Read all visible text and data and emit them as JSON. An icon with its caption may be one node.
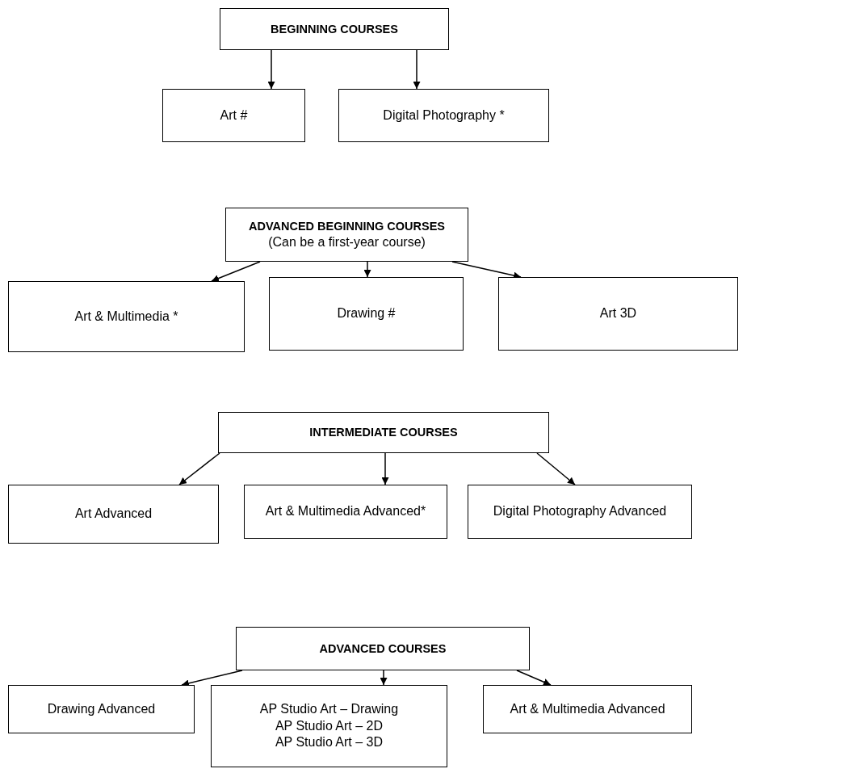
{
  "diagram": {
    "nodes": [
      {
        "text": [
          "BEGINNING COURSES"
        ]
      },
      {
        "text": [
          "Art #"
        ]
      },
      {
        "text": [
          "Digital Photography *"
        ]
      },
      {
        "text": [
          "ADVANCED BEGINNING COURSES",
          "(Can be a first-year course)"
        ]
      },
      {
        "text": [
          "Art & Multimedia *"
        ]
      },
      {
        "text": [
          "Drawing  #"
        ]
      },
      {
        "text": [
          "Art 3D"
        ]
      },
      {
        "text": [
          "INTERMEDIATE COURSES"
        ]
      },
      {
        "text": [
          "Art Advanced"
        ]
      },
      {
        "text": [
          "Art & Multimedia Advanced*"
        ]
      },
      {
        "text": [
          "Digital Photography Advanced"
        ]
      },
      {
        "text": [
          "ADVANCED COURSES"
        ]
      },
      {
        "text": [
          "Drawing Advanced"
        ]
      },
      {
        "text": [
          "AP Studio Art – Drawing",
          "AP Studio Art – 2D",
          "AP Studio Art – 3D"
        ]
      },
      {
        "text": [
          "Art & Multimedia Advanced"
        ]
      }
    ],
    "edges": [
      {
        "from": 0,
        "to": 1,
        "arrow": "to"
      },
      {
        "from": 0,
        "to": 2,
        "arrow": "to"
      },
      {
        "from": 3,
        "to": 4,
        "arrow": "to"
      },
      {
        "from": 3,
        "to": 5,
        "arrow": "to"
      },
      {
        "from": 3,
        "to": 6,
        "arrow": "to"
      },
      {
        "from": 7,
        "to": 8,
        "arrow": "to"
      },
      {
        "from": 7,
        "to": 9,
        "arrow": "to"
      },
      {
        "from": 7,
        "to": 10,
        "arrow": "to"
      },
      {
        "from": 11,
        "to": 12,
        "arrow": "to"
      },
      {
        "from": 11,
        "to": 13,
        "arrow": "to"
      },
      {
        "from": 11,
        "to": 14,
        "arrow": "to"
      }
    ]
  }
}
